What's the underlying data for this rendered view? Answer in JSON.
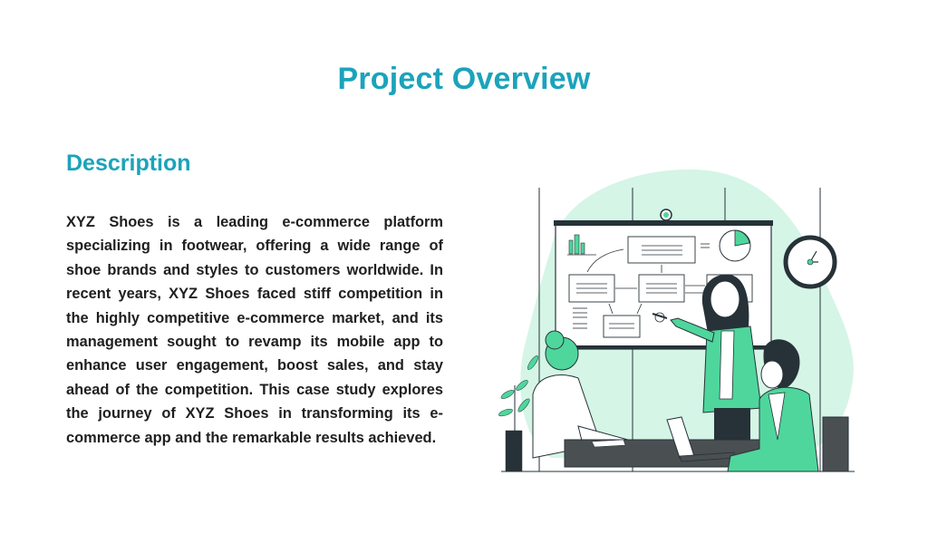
{
  "header": {
    "title": "Project Overview"
  },
  "section": {
    "heading": "Description",
    "body": "XYZ Shoes is a leading e-commerce platform specializing in footwear, offering a wide range of shoe brands and styles to customers worldwide. In recent years, XYZ Shoes faced stiff competition in the highly competitive e-commerce market, and its management sought to revamp its mobile app to enhance user engagement, boost sales, and stay ahead of the competition. This case study explores the journey of XYZ Shoes in transforming its e-commerce app and the remarkable results achieved."
  },
  "illustration": {
    "subject": "team-presentation-illustration",
    "elements": [
      "presentation-board",
      "flowchart",
      "bar-chart-icon",
      "pie-chart-icon",
      "wall-clock",
      "presenter",
      "seated-colleague-left",
      "seated-colleague-right",
      "laptop",
      "plant",
      "desk"
    ]
  },
  "colors": {
    "accent": "#1ba3bb",
    "text": "#1f1f1f",
    "illustration_green": "#4fd69c",
    "illustration_mint": "#d5f5e6",
    "illustration_dark": "#263238"
  }
}
